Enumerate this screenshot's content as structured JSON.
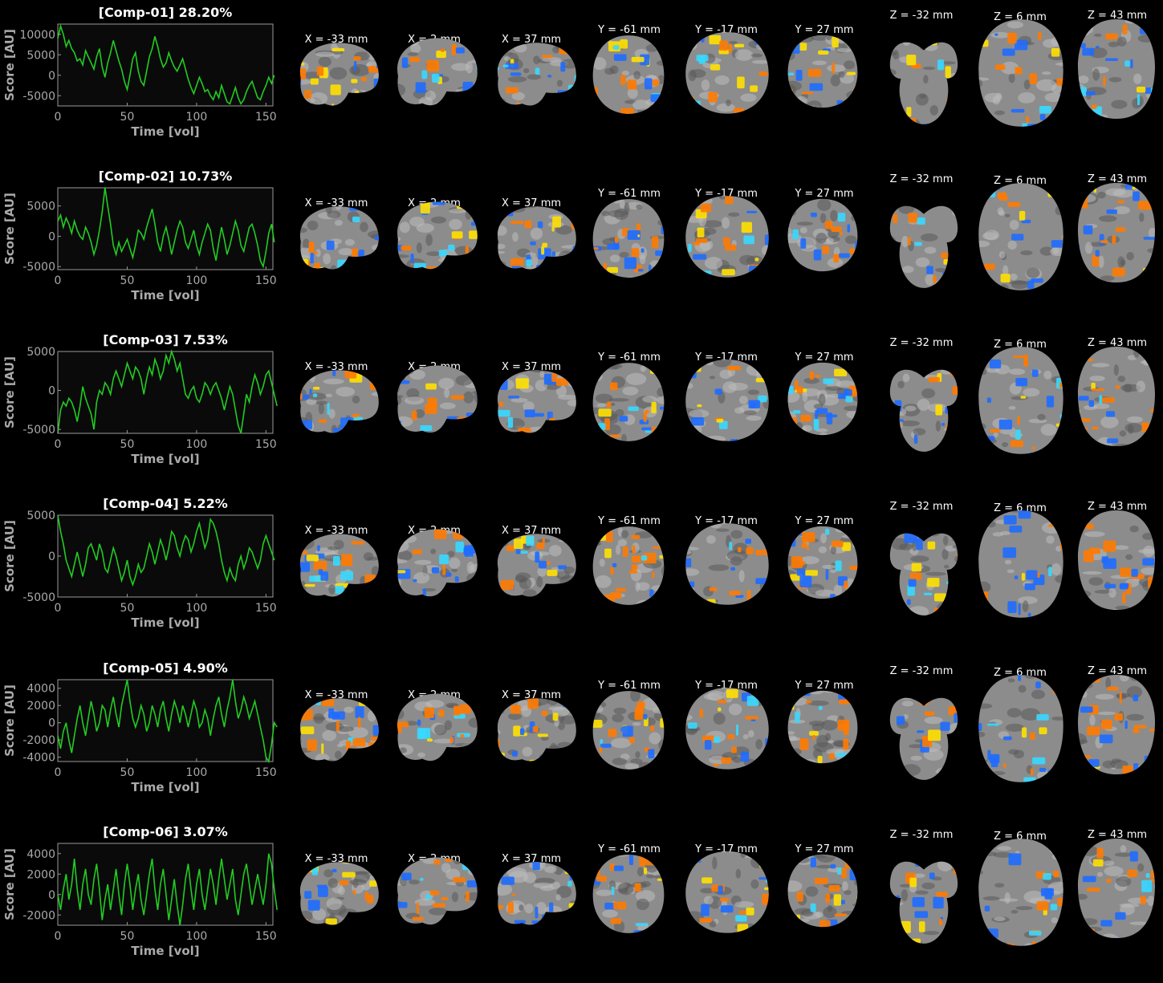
{
  "chart_data": [
    {
      "type": "line",
      "title": "[Comp-01] 28.20%",
      "xlabel": "Time [vol]",
      "ylabel": "Score [AU]",
      "xlim": [
        0,
        155
      ],
      "ylim": [
        -7500,
        12500
      ],
      "xticks": [
        "0",
        "50",
        "100",
        "150"
      ],
      "yticks": [
        "10000",
        "5000",
        "0",
        "-5000"
      ],
      "ytick_values": [
        10000,
        5000,
        0,
        -5000
      ],
      "x_step": 2,
      "values": [
        9000,
        12000,
        10000,
        7000,
        8500,
        6500,
        5500,
        3500,
        4000,
        2500,
        6000,
        4500,
        3000,
        1500,
        4500,
        6500,
        2000,
        -500,
        3000,
        5500,
        8500,
        6000,
        3500,
        1500,
        -1500,
        -3500,
        0,
        4000,
        5500,
        1000,
        -1500,
        -2500,
        1000,
        4500,
        6500,
        9500,
        7000,
        4000,
        2000,
        3000,
        5500,
        3500,
        2000,
        1000,
        2500,
        4000,
        1500,
        -1000,
        -3000,
        -4500,
        -2500,
        -500,
        -2000,
        -4000,
        -3500,
        -5000,
        -6000,
        -4000,
        -5500,
        -2500,
        -4500,
        -6500,
        -7000,
        -5000,
        -3000,
        -5500,
        -7000,
        -6000,
        -4000,
        -2500,
        -1500,
        -3500,
        -5500,
        -6000,
        -4000,
        -2500,
        -500,
        -2000,
        0
      ]
    },
    {
      "type": "line",
      "title": "[Comp-02] 10.73%",
      "xlabel": "Time [vol]",
      "ylabel": "Score [AU]",
      "xlim": [
        0,
        155
      ],
      "ylim": [
        -5500,
        8000
      ],
      "xticks": [
        "0",
        "50",
        "100",
        "150"
      ],
      "yticks": [
        "5000",
        "0",
        "-5000"
      ],
      "ytick_values": [
        5000,
        0,
        -5000
      ],
      "x_step": 2,
      "values": [
        2500,
        3500,
        1500,
        3000,
        2000,
        500,
        2500,
        1000,
        0,
        -500,
        1500,
        500,
        -1000,
        -3000,
        -1500,
        1000,
        4000,
        8000,
        5000,
        2000,
        -1500,
        -3000,
        -1000,
        -2500,
        -1500,
        -500,
        -2000,
        -3500,
        -1500,
        1000,
        500,
        -500,
        1500,
        3000,
        4500,
        2000,
        -1000,
        -2500,
        0,
        1500,
        -500,
        -3000,
        -1000,
        1000,
        2500,
        1500,
        -1000,
        -2000,
        -500,
        1000,
        -1500,
        -3000,
        -1000,
        500,
        2000,
        1000,
        -2000,
        -4000,
        -1000,
        1500,
        -500,
        -3000,
        -1500,
        500,
        2500,
        1000,
        -1500,
        -2500,
        -500,
        1500,
        2000,
        500,
        -1500,
        -4000,
        -5000,
        -2500,
        500,
        2000,
        -1000
      ]
    },
    {
      "type": "line",
      "title": "[Comp-03] 7.53%",
      "xlabel": "Time [vol]",
      "ylabel": "Score [AU]",
      "xlim": [
        0,
        155
      ],
      "ylim": [
        -5500,
        5000
      ],
      "xticks": [
        "0",
        "50",
        "100",
        "150"
      ],
      "yticks": [
        "5000",
        "0",
        "-5000"
      ],
      "ytick_values": [
        5000,
        0,
        -5000
      ],
      "x_step": 2,
      "values": [
        -5500,
        -2500,
        -1500,
        -2000,
        -1000,
        -1500,
        -2500,
        -4000,
        -2000,
        500,
        -1000,
        -2000,
        -3000,
        -5000,
        -1500,
        0,
        -500,
        1000,
        500,
        -500,
        1500,
        2500,
        1500,
        500,
        2000,
        3500,
        2500,
        1500,
        3000,
        2500,
        1500,
        -500,
        1500,
        3000,
        2000,
        4000,
        3000,
        1500,
        2500,
        4500,
        3500,
        5000,
        4000,
        2500,
        3500,
        1500,
        -500,
        -1000,
        0,
        500,
        -1000,
        -1500,
        -500,
        1000,
        500,
        -500,
        500,
        1000,
        0,
        -1000,
        -2500,
        -1000,
        500,
        -500,
        -2500,
        -4500,
        -5500,
        -3000,
        -500,
        -1500,
        500,
        2000,
        1000,
        -500,
        500,
        2000,
        2500,
        1000,
        -500,
        -2000
      ]
    },
    {
      "type": "line",
      "title": "[Comp-04] 5.22%",
      "xlabel": "Time [vol]",
      "ylabel": "Score [AU]",
      "xlim": [
        0,
        155
      ],
      "ylim": [
        -5000,
        5000
      ],
      "xticks": [
        "0",
        "50",
        "100",
        "150"
      ],
      "yticks": [
        "5000",
        "0",
        "-5000"
      ],
      "ytick_values": [
        5000,
        0,
        -5000
      ],
      "x_step": 2,
      "values": [
        5000,
        3000,
        1500,
        -500,
        -1500,
        -2500,
        -1000,
        500,
        -1000,
        -2500,
        -1000,
        1000,
        1500,
        500,
        -500,
        1500,
        500,
        -1500,
        -2000,
        -500,
        1000,
        0,
        -1500,
        -3000,
        -2000,
        -500,
        -2500,
        -3500,
        -2500,
        -1000,
        -2000,
        -1500,
        0,
        1500,
        500,
        -1000,
        500,
        2000,
        1000,
        -500,
        1000,
        3000,
        2500,
        1000,
        0,
        1500,
        2500,
        2000,
        500,
        1500,
        3000,
        4000,
        2500,
        1000,
        2000,
        4500,
        4000,
        3000,
        1500,
        -500,
        -2000,
        -3000,
        -1500,
        -2500,
        -3000,
        -1000,
        0,
        -1500,
        -500,
        1000,
        500,
        -500,
        -1500,
        -500,
        1500,
        2500,
        1500,
        500,
        -500
      ]
    },
    {
      "type": "line",
      "title": "[Comp-05] 4.90%",
      "xlabel": "Time [vol]",
      "ylabel": "Score [AU]",
      "xlim": [
        0,
        155
      ],
      "ylim": [
        -4500,
        5000
      ],
      "xticks": [
        "0",
        "50",
        "100",
        "150"
      ],
      "yticks": [
        "4000",
        "2000",
        "0",
        "-2000",
        "-4000"
      ],
      "ytick_values": [
        4000,
        2000,
        0,
        -2000,
        -4000
      ],
      "x_step": 2,
      "values": [
        -1500,
        -3000,
        -1000,
        0,
        -2000,
        -3500,
        -1500,
        500,
        2000,
        0,
        -1500,
        500,
        2500,
        1000,
        -1000,
        0,
        2000,
        1500,
        -500,
        1500,
        3000,
        1000,
        -500,
        2000,
        3500,
        5000,
        2500,
        500,
        -500,
        500,
        2000,
        1000,
        -1000,
        0,
        2000,
        1000,
        -500,
        1500,
        2500,
        500,
        -1000,
        1000,
        2500,
        1500,
        0,
        2000,
        1000,
        -500,
        1000,
        2500,
        1500,
        -500,
        0,
        1500,
        500,
        -1500,
        500,
        2000,
        3000,
        1000,
        -500,
        1500,
        3000,
        5000,
        2500,
        500,
        1500,
        3000,
        2000,
        500,
        1500,
        2500,
        1000,
        -500,
        -2000,
        -4000,
        -4500,
        -2500,
        0,
        -500
      ]
    },
    {
      "type": "line",
      "title": "[Comp-06] 3.07%",
      "xlabel": "Time [vol]",
      "ylabel": "Score [AU]",
      "xlim": [
        0,
        155
      ],
      "ylim": [
        -3000,
        5000
      ],
      "xticks": [
        "0",
        "50",
        "100",
        "150"
      ],
      "yticks": [
        "4000",
        "2000",
        "0",
        "-2000"
      ],
      "ytick_values": [
        4000,
        2000,
        0,
        -2000
      ],
      "x_step": 2,
      "values": [
        0,
        -1500,
        500,
        2000,
        -500,
        1000,
        3500,
        500,
        -1500,
        1000,
        2500,
        0,
        -1000,
        1500,
        3000,
        500,
        -2500,
        -500,
        1000,
        -1500,
        500,
        2500,
        0,
        -2000,
        1000,
        3000,
        1000,
        -1500,
        500,
        2000,
        -500,
        -2000,
        0,
        2000,
        3500,
        500,
        -1500,
        1000,
        2500,
        0,
        -2500,
        -500,
        1500,
        -1000,
        -3000,
        -1000,
        1500,
        3000,
        500,
        -1500,
        1000,
        2500,
        0,
        -1500,
        500,
        2500,
        1000,
        -1000,
        1500,
        3500,
        1500,
        -500,
        1000,
        2500,
        -500,
        -2000,
        0,
        2000,
        3000,
        1000,
        -1000,
        500,
        2000,
        500,
        -1000,
        1000,
        4000,
        3000,
        500,
        -1500
      ]
    }
  ],
  "slice_labels": [
    "X = -33 mm",
    "X = 2 mm",
    "X = 37 mm",
    "Y = -61 mm",
    "Y = -17 mm",
    "Y = 27 mm",
    "Z = -32 mm",
    "Z = 6 mm",
    "Z = 43 mm"
  ],
  "colors": {
    "trace": "#22cc22",
    "axis_bg": "#0a0a0a",
    "axis_edge": "#999999",
    "tick_text": "#aaaaaa",
    "positive": "#ff7a00",
    "positive_hi": "#ffe000",
    "negative": "#1e6cff",
    "negative_hi": "#38d8ff",
    "brain": "#8c8c8c"
  }
}
